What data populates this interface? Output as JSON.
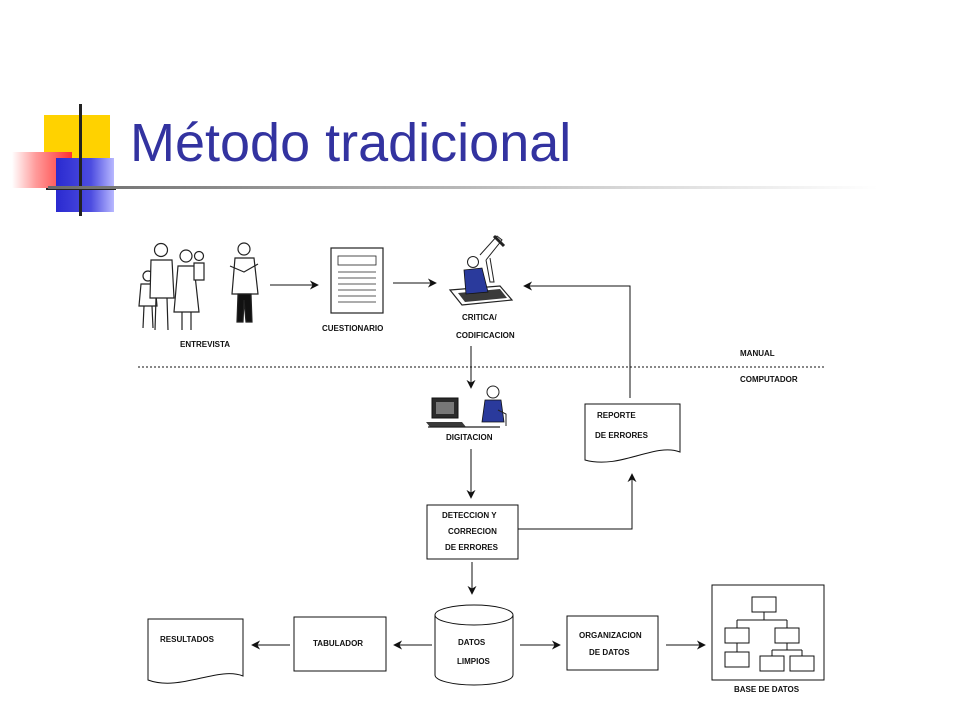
{
  "title": "Método tradicional",
  "colors": {
    "title": "#3333a0",
    "accent_yellow": "#ffd200",
    "accent_red": "#ff3030",
    "accent_blue": "#2a2ad0",
    "figure_blue": "#2a3a9c"
  },
  "zones": {
    "top": "MANUAL",
    "bottom": "COMPUTADOR"
  },
  "nodes": {
    "entrevista": "ENTREVISTA",
    "cuestionario": "CUESTIONARIO",
    "critica_1": "CRITICA/",
    "critica_2": "CODIFICACION",
    "digitacion": "DIGITACION",
    "reporte_1": "REPORTE",
    "reporte_2": "DE ERRORES",
    "deteccion_1": "DETECCION Y",
    "deteccion_2": "CORRECION",
    "deteccion_3": "DE ERRORES",
    "datos_1": "DATOS",
    "datos_2": "LIMPIOS",
    "organizacion_1": "ORGANIZACION",
    "organizacion_2": "DE DATOS",
    "base": "BASE DE DATOS",
    "tabulador": "TABULADOR",
    "resultados": "RESULTADOS"
  }
}
